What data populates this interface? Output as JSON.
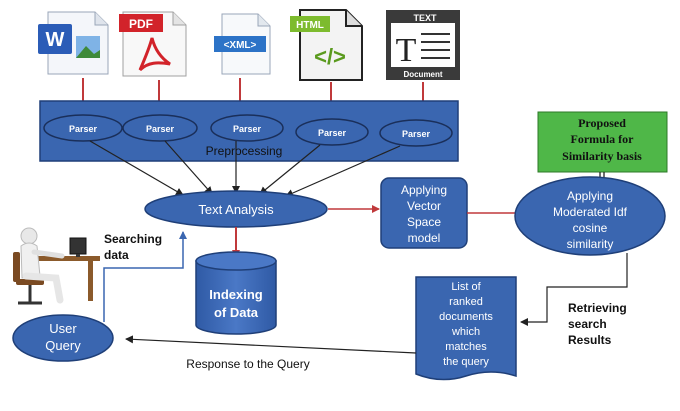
{
  "file_icons": [
    {
      "name": "word-document-icon",
      "label": "W"
    },
    {
      "name": "pdf-document-icon",
      "label": "PDF"
    },
    {
      "name": "xml-document-icon",
      "label": "<XML>"
    },
    {
      "name": "html-document-icon",
      "label": "HTML",
      "symbol": "</>"
    },
    {
      "name": "text-document-icon",
      "label": "TEXT",
      "letter": "T",
      "footer": "Document"
    }
  ],
  "parsers": [
    "Parser",
    "Parser",
    "Parser",
    "Parser",
    "Parser"
  ],
  "preprocessing_label": "Preprocessing",
  "text_analysis": "Text Analysis",
  "vsm": [
    "Applying",
    "Vector",
    "Space",
    "model"
  ],
  "proposed": [
    "Proposed",
    "Formula for",
    "Similarity basis"
  ],
  "moderated": [
    "Applying",
    "Moderated Idf",
    "cosine",
    "similarity"
  ],
  "indexing": [
    "Indexing",
    "of Data"
  ],
  "searching": [
    "Searching",
    "data"
  ],
  "user_query": [
    "User",
    "Query"
  ],
  "ranked": [
    "List of",
    "ranked",
    "documents",
    "which",
    "matches",
    "the query"
  ],
  "retrieving": [
    "Retrieving",
    "search",
    "Results"
  ],
  "response": "Response to the Query",
  "colors": {
    "blue": "#3a66b0",
    "blue_dark": "#1f3f78",
    "green_box": "#4fb748",
    "red_arrow": "#c0393b"
  }
}
